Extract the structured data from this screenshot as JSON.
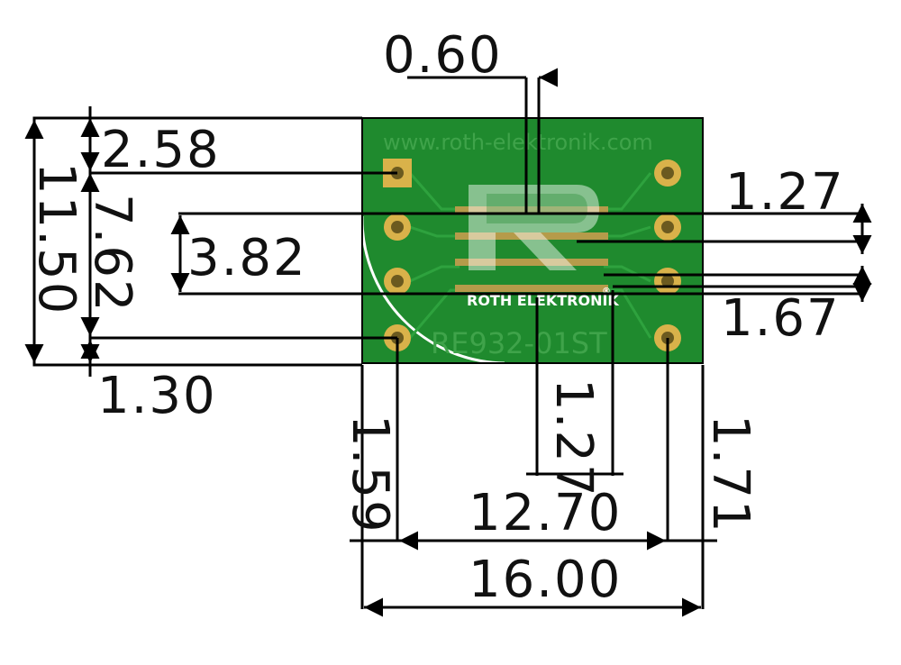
{
  "board": {
    "website": "www.roth-elektronik.com",
    "brand": "ROTH ELEKTRONIK",
    "registered_mark": "®",
    "part_number": "RE932-01ST",
    "colors": {
      "pcb": "#1f8a2e",
      "pcb_dark": "#176b23",
      "pad_ring": "#d9b24a",
      "pad_center": "#6b5a1f",
      "strip": "#b59b4a",
      "outline": "#000000"
    }
  },
  "dimensions": {
    "pad_width": "0.60",
    "top_offset": "2.58",
    "pitch_right": "1.27",
    "row_spacing": "3.82",
    "row_height": "7.62",
    "board_height": "11.50",
    "right_offset": "1.67",
    "bottom_offset": "1.30",
    "left_margin": "1.59",
    "pitch_bottom": "1.27",
    "right_margin": "1.71",
    "pin_span": "12.70",
    "board_width": "16.00"
  }
}
